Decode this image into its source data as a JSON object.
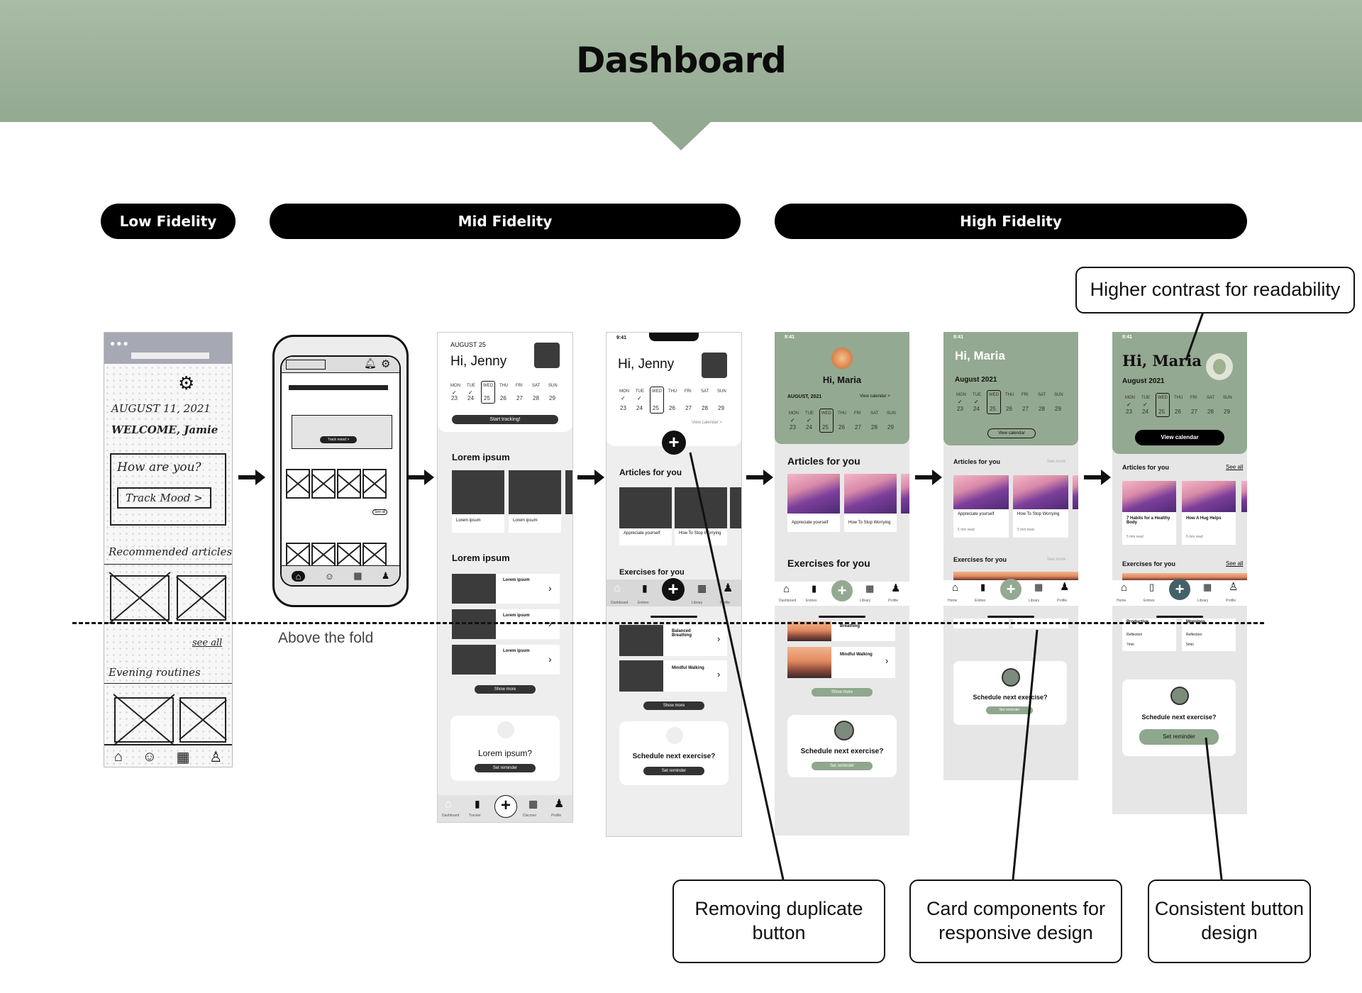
{
  "header": {
    "title": "Dashboard"
  },
  "stages": {
    "low": "Low Fidelity",
    "mid": "Mid Fidelity",
    "high": "High Fidelity"
  },
  "fold_label": "Above the fold",
  "callouts": {
    "contrast": "Higher contrast for readability",
    "duplicate": "Removing duplicate button",
    "cards": "Card components for responsive design",
    "button": "Consistent button design"
  },
  "lowfi": {
    "date": "AUGUST 11, 2021",
    "welcome": "WELCOME, Jamie",
    "how": "How are you?",
    "track": "Track Mood >",
    "recommended": "Recommended articles",
    "see_all": "see all",
    "evening": "Evening routines"
  },
  "midfi_phone": {
    "track_btn": "Track mood >",
    "see_all": "See all"
  },
  "midfi1": {
    "date": "AUGUST 25",
    "greeting": "Hi, Jenny",
    "days": [
      "MON",
      "TUE",
      "WED",
      "THU",
      "FRI",
      "SAT",
      "SUN"
    ],
    "nums": [
      "23",
      "24",
      "25",
      "26",
      "27",
      "28",
      "29"
    ],
    "start": "Start tracking!",
    "section1": "Lorem ipsum",
    "card_label": "Lorem ipsum",
    "section2": "Lorem ipsum",
    "row_title": "Lorem ipsum",
    "show_more": "Show more",
    "bottom_title": "Lorem ipsum?",
    "reminder": "Set reminder",
    "nav": [
      "Dashboard",
      "Tracker",
      "Discover",
      "Profile"
    ]
  },
  "midfi2": {
    "time": "9:41",
    "greeting": "Hi, Jenny",
    "days": [
      "MON",
      "TUE",
      "WED",
      "THU",
      "FRI",
      "SAT",
      "SUN"
    ],
    "nums": [
      "23",
      "24",
      "25",
      "26",
      "27",
      "28",
      "29"
    ],
    "view_calendar": "View calendar >",
    "articles": "Articles for you",
    "card1": "Appreciate yourself",
    "card2": "How To Stop Worrying",
    "exercises": "Exercises for you",
    "ex1": "Balanced Breathing",
    "ex2": "Mindful Walking",
    "show_more": "Show more",
    "schedule": "Schedule next exercise?",
    "reminder": "Set reminder",
    "nav": [
      "Dashboard",
      "Entries",
      "Library",
      "Profile"
    ]
  },
  "hifi1": {
    "time": "9:41",
    "greeting": "Hi, Maria",
    "month": "AUGUST, 2021",
    "view_calendar": "View calendar >",
    "days": [
      "MON",
      "TUE",
      "WED",
      "THU",
      "FRI",
      "SAT",
      "SUN"
    ],
    "nums": [
      "23",
      "24",
      "25",
      "26",
      "27",
      "28",
      "29"
    ],
    "articles": "Articles for you",
    "card1": "Appreciate yourself",
    "card2": "How To Stop Worrying",
    "exercises": "Exercises for you",
    "ex0": "Breathing",
    "ex1": "Mindful Walking",
    "show_more": "Show more",
    "schedule": "Schedule next exercise?",
    "reminder": "Set reminder",
    "nav": [
      "Dashboard",
      "Entries",
      "Library",
      "Profile"
    ]
  },
  "hifi2": {
    "time": "9:41",
    "greeting": "Hi, Maria",
    "month": "August 2021",
    "days": [
      "MON",
      "TUE",
      "WED",
      "THU",
      "FRI",
      "SAT",
      "SUN"
    ],
    "nums": [
      "23",
      "24",
      "25",
      "26",
      "27",
      "28",
      "29"
    ],
    "view_calendar": "View calendar",
    "articles": "Articles for you",
    "see_more": "See more",
    "card1": "Appreciate yourself",
    "card2": "How To Stop Worrying",
    "read": "5 min read",
    "exercises": "Exercises for you",
    "schedule": "Schedule next exercise?",
    "reminder": "Set reminder",
    "nav": [
      "Home",
      "Entries",
      "Library",
      "Profile"
    ]
  },
  "hifi3": {
    "time": "9:41",
    "greeting": "Hi, Maria",
    "month": "August 2021",
    "days": [
      "MON",
      "TUE",
      "WED",
      "THU",
      "FRI",
      "SAT",
      "SUN"
    ],
    "nums": [
      "23",
      "24",
      "25",
      "26",
      "27",
      "28",
      "29"
    ],
    "view_calendar": "View calendar",
    "articles": "Articles for you",
    "see_all": "See all",
    "card1": "7 Habits for a Healthy Body",
    "card2": "How A Hug Helps",
    "read": "5 min read",
    "exercises": "Exercises for you",
    "ex1": "Productive",
    "ex2": "Mornings",
    "reflection": "Reflection",
    "time1": "7min",
    "time2": "5min",
    "schedule": "Schedule next exercise?",
    "reminder": "Set reminder",
    "nav": [
      "Home",
      "Entries",
      "Library",
      "Profile"
    ]
  },
  "colors": {
    "sage": "#94a991",
    "header": "#a9bca6",
    "dark": "#3b3b3b",
    "teal": "#446068"
  }
}
